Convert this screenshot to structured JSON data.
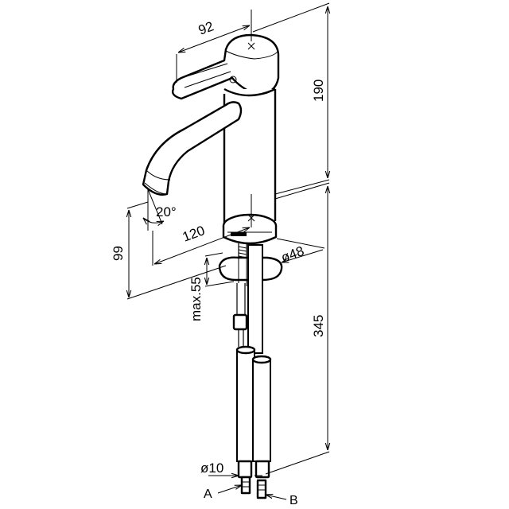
{
  "dimensions": {
    "lever_length": "92",
    "total_height": "190",
    "spout_angle": "20°",
    "spout_reach": "120",
    "spout_height": "99",
    "base_diameter": "ø48",
    "max_thickness": "max.55",
    "hose_length": "345",
    "hose_diameter": "ø10"
  },
  "labels": {
    "connection_a": "A",
    "connection_b": "B"
  }
}
